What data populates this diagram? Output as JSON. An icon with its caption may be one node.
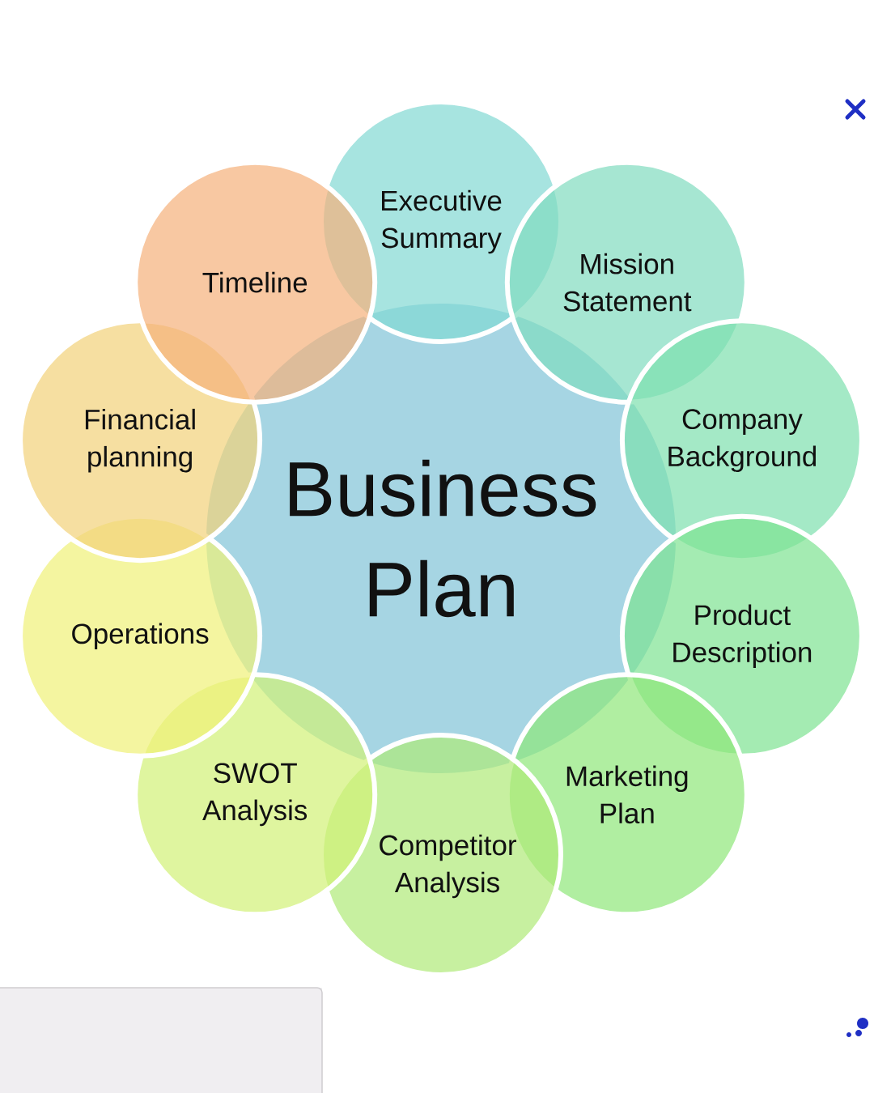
{
  "diagram": {
    "nodes": [
      {
        "text": [
          "Business Plan"
        ]
      },
      {
        "text": [
          "Executive Summary"
        ]
      },
      {
        "text": [
          "Mission Statement"
        ]
      },
      {
        "text": [
          "Company Background"
        ]
      },
      {
        "text": [
          "Product Description"
        ]
      },
      {
        "text": [
          "Marketing Plan"
        ]
      },
      {
        "text": [
          "Competitor Analysis"
        ]
      },
      {
        "text": [
          "SWOT Analysis"
        ]
      },
      {
        "text": [
          "Operations"
        ]
      },
      {
        "text": [
          "Financial planning"
        ]
      },
      {
        "text": [
          "Timeline"
        ]
      }
    ]
  }
}
